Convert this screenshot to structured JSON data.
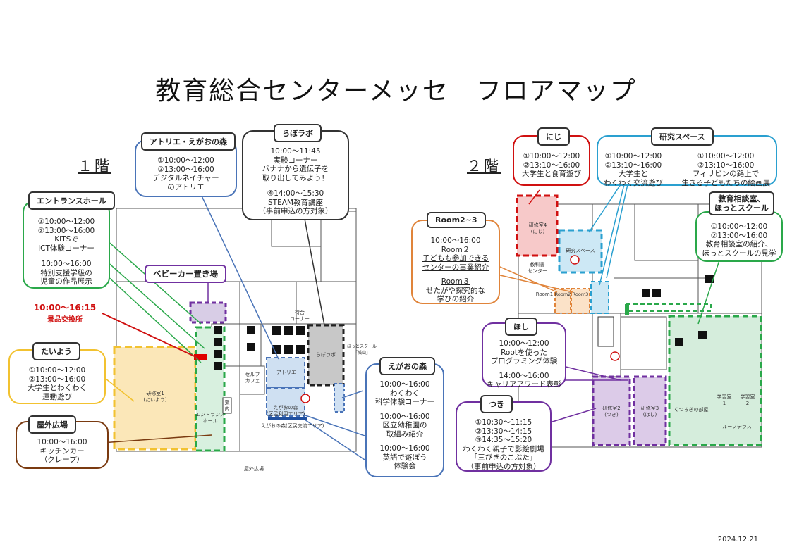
{
  "title": "教育総合センターメッセ　フロアマップ",
  "date": "2024.12.21",
  "floor1": "１階",
  "floor2": "２階",
  "colors": {
    "green": "#2aa84a",
    "purple": "#7030a0",
    "orange": "#e0843a",
    "yellow": "#f2c230",
    "brown": "#7a3a10",
    "blue": "#4a74b8",
    "red": "#d01010",
    "teal": "#2aa0d0"
  },
  "callouts": {
    "atelier": {
      "tab": "アトリエ・えがおの森",
      "lines": [
        "①10:00～12:00",
        "②13:00～16:00",
        "デジタルネイチャー",
        "のアトリエ"
      ]
    },
    "labolab": {
      "tab": "らぼラボ",
      "lines": [
        "10:00～11:45",
        "実験コーナー",
        "バナナから遺伝子を",
        "取り出してみよう！",
        "",
        "④14:00～15:30",
        "STEAM教育講座",
        "（事前申込の方対象）"
      ]
    },
    "entrance": {
      "tab": "エントランスホール",
      "lines": [
        "①10:00～12:00",
        "②13:00～16:00",
        "KITSで",
        "ICT体験コーナー",
        "",
        "10:00～16:00",
        "特別支援学級の",
        "児童の作品展示"
      ]
    },
    "stroller": {
      "tab": "ベビーカー置き場"
    },
    "prize": {
      "time": "10:00～16:15",
      "label": "景品交換所"
    },
    "taiyou": {
      "tab": "たいよう",
      "lines": [
        "①10:00～12:00",
        "②13:00～16:00",
        "大学生とわくわく",
        "運動遊び"
      ]
    },
    "outdoor": {
      "tab": "屋外広場",
      "lines": [
        "10:00～16:00",
        "キッチンカー",
        "（クレープ）"
      ]
    },
    "egao": {
      "tab": "えがおの森",
      "lines": [
        "10:00～16:00",
        "わくわく",
        "科学体験コーナー",
        "",
        "10:00～16:00",
        "区立幼稚園の",
        "取組み紹介",
        "",
        "10:00～16:00",
        "英語で遊ぼう",
        "体験会"
      ]
    },
    "niji": {
      "tab": "にじ",
      "lines": [
        "①10:00～12:00",
        "②13:10～16:00",
        "大学生と食育遊び"
      ]
    },
    "kenkyu": {
      "tab": "研究スペース",
      "left": [
        "①10:00～12:00",
        "②13:10～16:00",
        "大学生と",
        "わくわく交流遊び"
      ],
      "right": [
        "①10:00～12:00",
        "②13:10～16:00",
        "フィリピンの路上で",
        "生きる子どもたちの絵画展"
      ]
    },
    "soudan": {
      "tab": "教育相談室、ほっとスクール",
      "tab2": "ほっとスクール",
      "tab1": "教育相談室、",
      "lines": [
        "①10:00～12:00",
        "②13:00～16:00",
        "教育相談室の紹介、",
        "ほっとスクールの見学"
      ]
    },
    "room23": {
      "tab": "Room2~3",
      "lines": [
        "10:00～16:00",
        "Room２",
        "子どもも参加できる",
        "センターの事業紹介",
        "",
        "Room３",
        "せたがや探究的な",
        "学びの紹介"
      ]
    },
    "hoshi": {
      "tab": "ほし",
      "lines": [
        "10:00～12:00",
        "Rootを使った",
        "プログラミング体験",
        "",
        "14:00～16:00",
        "キャリアアワード表彰"
      ]
    },
    "tsuki": {
      "tab": "つき",
      "lines": [
        "①10:30～11:15",
        "②13:30～14:15",
        "③14:35～15:20",
        "わくわく親子で影絵劇場",
        "「三びきのこぶた」",
        "（事前申込の方対象）"
      ]
    }
  },
  "map_labels": {
    "kenshu1": [
      "研修室1",
      "(たいよう)"
    ],
    "entrance_hall": [
      "エントランス",
      "ホール"
    ],
    "atelier": "アトリエ",
    "labolab": "らぼラボ",
    "egao_area": [
      "えがおの森",
      "(区民利用エリア)"
    ],
    "egao_caption": "えがおの森(区民交流エリア)",
    "self_cafe": [
      "セルフ",
      "カフェ"
    ],
    "machiai": [
      "待合",
      "コーナー"
    ],
    "gaikou": "屋外広場",
    "annai": [
      "案",
      "内"
    ],
    "kenshu4": [
      "研修室4",
      "(にじ)"
    ],
    "kenkyu_space": "研究スペース",
    "kyouiku_center": [
      "教科書",
      "センター"
    ],
    "room1": "Room1",
    "room2": "Room2",
    "room3": "Room3",
    "kenshu2": [
      "研修室2",
      "(つき)"
    ],
    "kenshu3": [
      "研修室3",
      "(ほし)"
    ],
    "kurotsugi": "くつろぎの部屋",
    "gakushu1": [
      "学習室",
      "1"
    ],
    "gakushu2": [
      "学習室",
      "2"
    ],
    "roof_terrace": "ルーフテラス",
    "hotto_school": [
      "ほっとスクール",
      "「城山」"
    ]
  }
}
